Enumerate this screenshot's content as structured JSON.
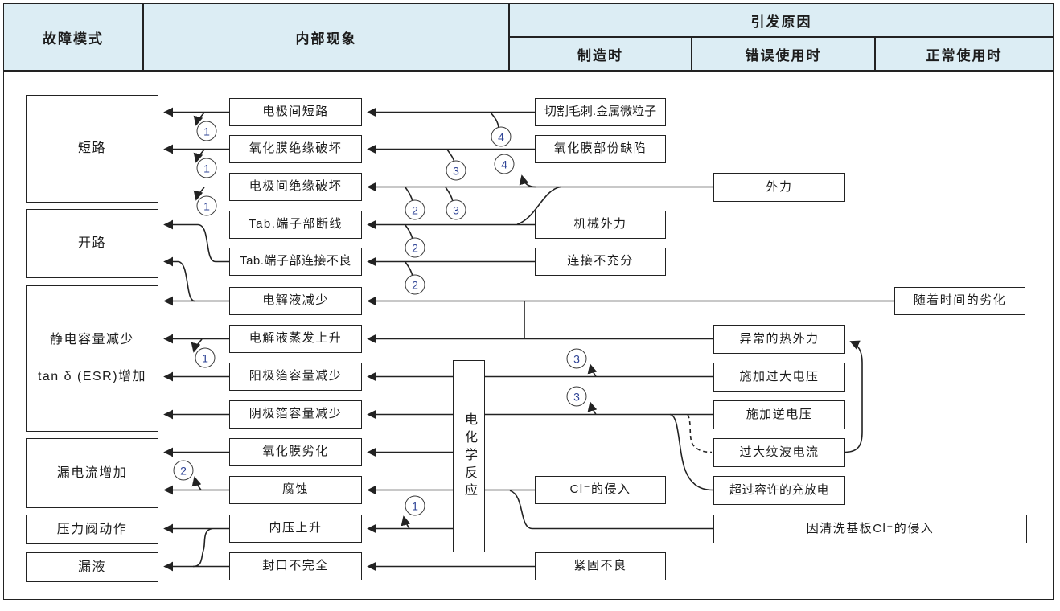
{
  "header": {
    "failure_mode": "故障模式",
    "internal_phenomenon": "内部现象",
    "cause": "引发原因",
    "cause_manufacturing": "制造时",
    "cause_misuse": "错误使用时",
    "cause_normal": "正常使用时"
  },
  "failure_modes": {
    "short_circuit": "短路",
    "open_circuit": "开路",
    "capacitance_line1": "静电容量减少",
    "capacitance_line2": "tan δ (ESR)增加",
    "leakage_current": "漏电流增加",
    "pressure_valve": "压力阀动作",
    "liquid_leak": "漏液"
  },
  "phenomena": [
    "电极间短路",
    "氧化膜绝缘破坏",
    "电极间绝缘破坏",
    "Tab.端子部断线",
    "Tab.端子部连接不良",
    "电解液减少",
    "电解液蒸发上升",
    "阳极箔容量减少",
    "阴极箔容量减少",
    "氧化膜劣化",
    "腐蚀",
    "内压上升",
    "封口不完全"
  ],
  "electrochemical_reaction": "电化学反应",
  "causes_manufacturing": [
    "切割毛刺.金属微粒子",
    "氧化膜部份缺陷",
    "机械外力",
    "连接不充分",
    "Cl⁻的侵入",
    "紧固不良"
  ],
  "causes_misuse": [
    "外力",
    "异常的热外力",
    "施加过大电压",
    "施加逆电压",
    "过大纹波电流",
    "超过容许的充放电"
  ],
  "cause_wide": "因清洗基板Cl⁻的侵入",
  "causes_normal": [
    "随着时间的劣化"
  ],
  "markers": [
    "1",
    "1",
    "1",
    "1",
    "1",
    "2",
    "2",
    "2",
    "2",
    "3",
    "3",
    "3",
    "3",
    "4",
    "4"
  ],
  "colors": {
    "header_bg": "#dcedf4",
    "line": "#222222",
    "marker_digit": "#2f4496"
  }
}
